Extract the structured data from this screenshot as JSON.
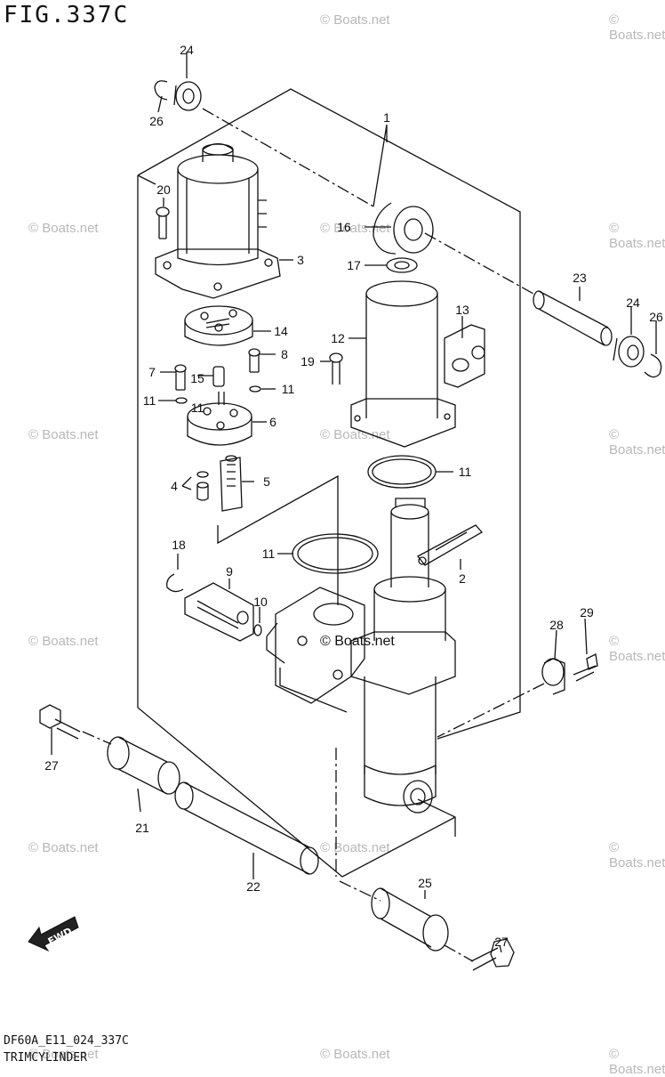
{
  "diagram": {
    "title": "FIG.337C",
    "footer_code": "DF60A_E11_024_337C",
    "footer_name": "TRIMCYLINDER",
    "watermark": "© Boats.net",
    "fwd_label": "FWD"
  },
  "callouts": [
    "1",
    "2",
    "3",
    "4",
    "5",
    "6",
    "7",
    "8",
    "9",
    "10",
    "11",
    "11",
    "11",
    "11",
    "11",
    "12",
    "13",
    "14",
    "15",
    "16",
    "17",
    "18",
    "19",
    "20",
    "21",
    "22",
    "23",
    "24",
    "24",
    "25",
    "26",
    "26",
    "27",
    "27",
    "28",
    "29"
  ]
}
